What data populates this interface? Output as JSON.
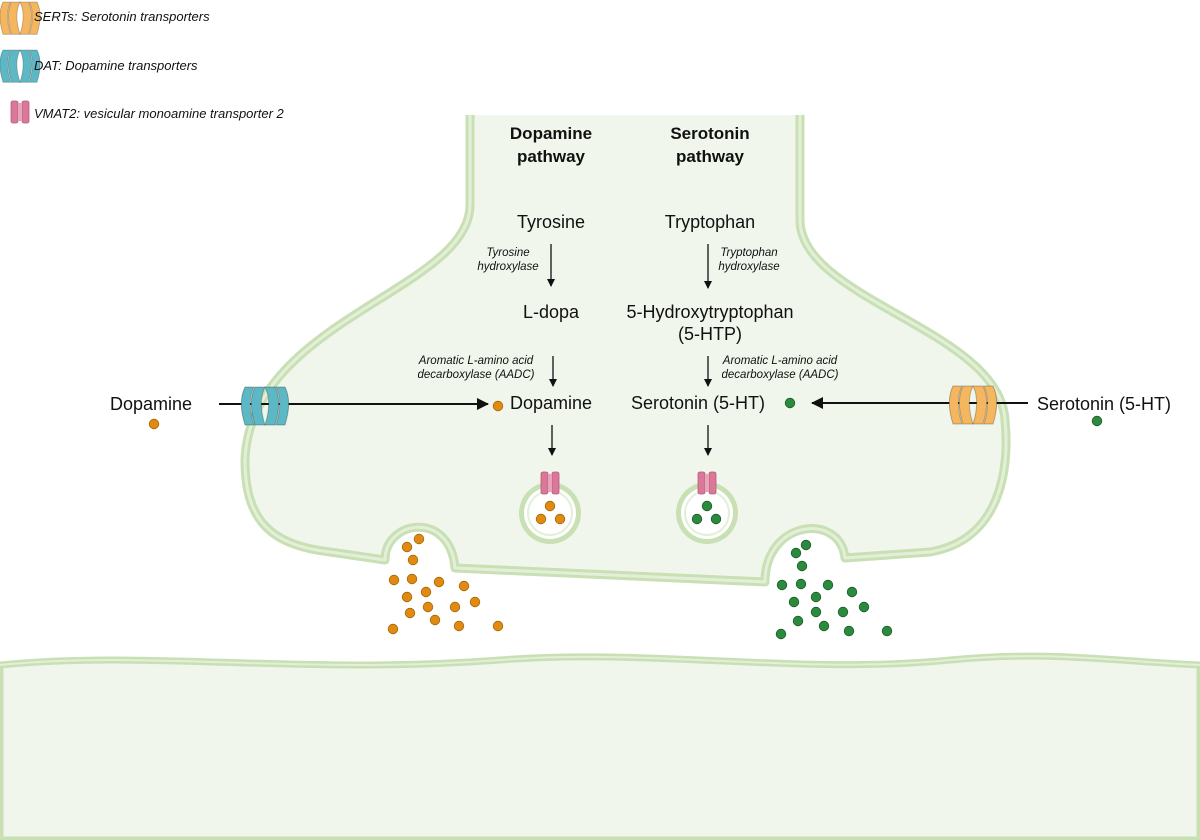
{
  "legend": {
    "sert": "SERTs: Serotonin transporters",
    "dat": "DAT: Dopamine transporters",
    "vmat2": "VMAT2: vesicular monoamine transporter 2"
  },
  "dopamine_pathway": {
    "title_line1": "Dopamine",
    "title_line2": "pathway",
    "step1": "Tyrosine",
    "enzyme1_line1": "Tyrosine",
    "enzyme1_line2": "hydroxylase",
    "step2": "L-dopa",
    "enzyme2_line1": "Aromatic L-amino acid",
    "enzyme2_line2": "decarboxylase (AADC)",
    "step3": "Dopamine"
  },
  "serotonin_pathway": {
    "title_line1": "Serotonin",
    "title_line2": "pathway",
    "step1": "Tryptophan",
    "enzyme1_line1": "Tryptophan",
    "enzyme1_line2": "hydroxylase",
    "step2_line1": "5-Hydroxytryptophan",
    "step2_line2": "(5-HTP)",
    "enzyme2_line1": "Aromatic L-amino acid",
    "enzyme2_line2": "decarboxylase (AADC)",
    "step3": "Serotonin (5-HT)"
  },
  "external": {
    "dopamine": "Dopamine",
    "serotonin": "Serotonin (5-HT)"
  },
  "colors": {
    "membrane": "#c8e0b4",
    "cytoplasm": "#f1f6ec",
    "dopamine": "#e08a12",
    "serotonin": "#2c8a3e",
    "dat": "#5cb8c4",
    "sert": "#f4b65e",
    "vmat2": "#d97898"
  }
}
